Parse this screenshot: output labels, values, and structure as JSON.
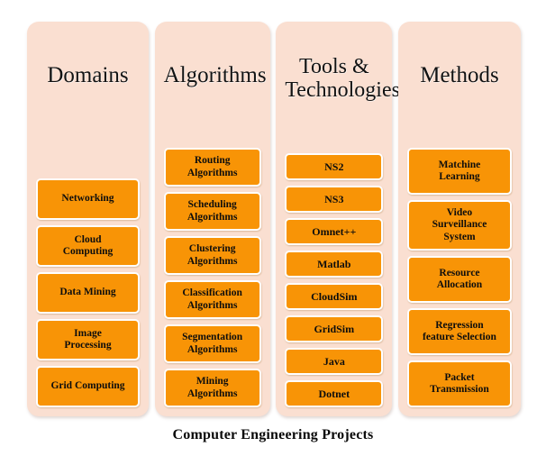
{
  "figure": {
    "caption": "Computer Engineering Projects",
    "background_color": "#ffffff",
    "panel_color": "#fadfd1",
    "chip_color": "#f89406",
    "chip_border_color": "#ffffff",
    "text_color": "#0d0d0d"
  },
  "columns": [
    {
      "header": "Domains",
      "items": [
        {
          "label": "Networking"
        },
        {
          "label": "Cloud\nComputing"
        },
        {
          "label": "Data Mining"
        },
        {
          "label": "Image\nProcessing"
        },
        {
          "label": "Grid Computing"
        }
      ]
    },
    {
      "header": "Algorithms",
      "items": [
        {
          "label": "Routing\nAlgorithms"
        },
        {
          "label": "Scheduling\nAlgorithms"
        },
        {
          "label": "Clustering\nAlgorithms"
        },
        {
          "label": "Classification\nAlgorithms"
        },
        {
          "label": "Segmentation\nAlgorithms"
        },
        {
          "label": "Mining\nAlgorithms"
        }
      ]
    },
    {
      "header": "Tools &\nTechnologies",
      "items": [
        {
          "label": "NS2"
        },
        {
          "label": "NS3"
        },
        {
          "label": "Omnet++"
        },
        {
          "label": "Matlab"
        },
        {
          "label": "CloudSim"
        },
        {
          "label": "GridSim"
        },
        {
          "label": "Java"
        },
        {
          "label": "Dotnet"
        }
      ]
    },
    {
      "header": "Methods",
      "items": [
        {
          "label": "Matchine\nLearning"
        },
        {
          "label": "Video\nSurveillance\nSystem"
        },
        {
          "label": "Resource\nAllocation"
        },
        {
          "label": "Regression\nfeature Selection"
        },
        {
          "label": "Packet\nTransmission"
        }
      ]
    }
  ]
}
